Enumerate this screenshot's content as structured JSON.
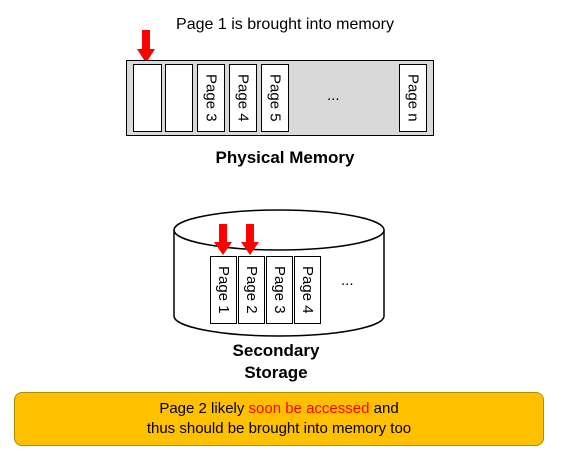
{
  "top_caption": "Page 1 is brought into memory",
  "physical_memory": {
    "label": "Physical Memory",
    "slots": [
      "",
      "",
      "Page 3",
      "Page 4",
      "Page 5",
      "Page n"
    ],
    "ellipsis": "..."
  },
  "secondary_storage": {
    "label_line1": "Secondary",
    "label_line2": "Storage",
    "pages": [
      "Page 1",
      "Page 2",
      "Page 3",
      "Page 4"
    ],
    "ellipsis": "..."
  },
  "note": {
    "part1": "Page 2 likely ",
    "highlight": "soon be accessed",
    "part2": " and",
    "line2": "thus should be brought into memory too"
  },
  "colors": {
    "arrow": "#ff0000",
    "note_bg": "#ffc000",
    "memory_bg": "#d9d9d9",
    "highlight": "#ff0000"
  }
}
